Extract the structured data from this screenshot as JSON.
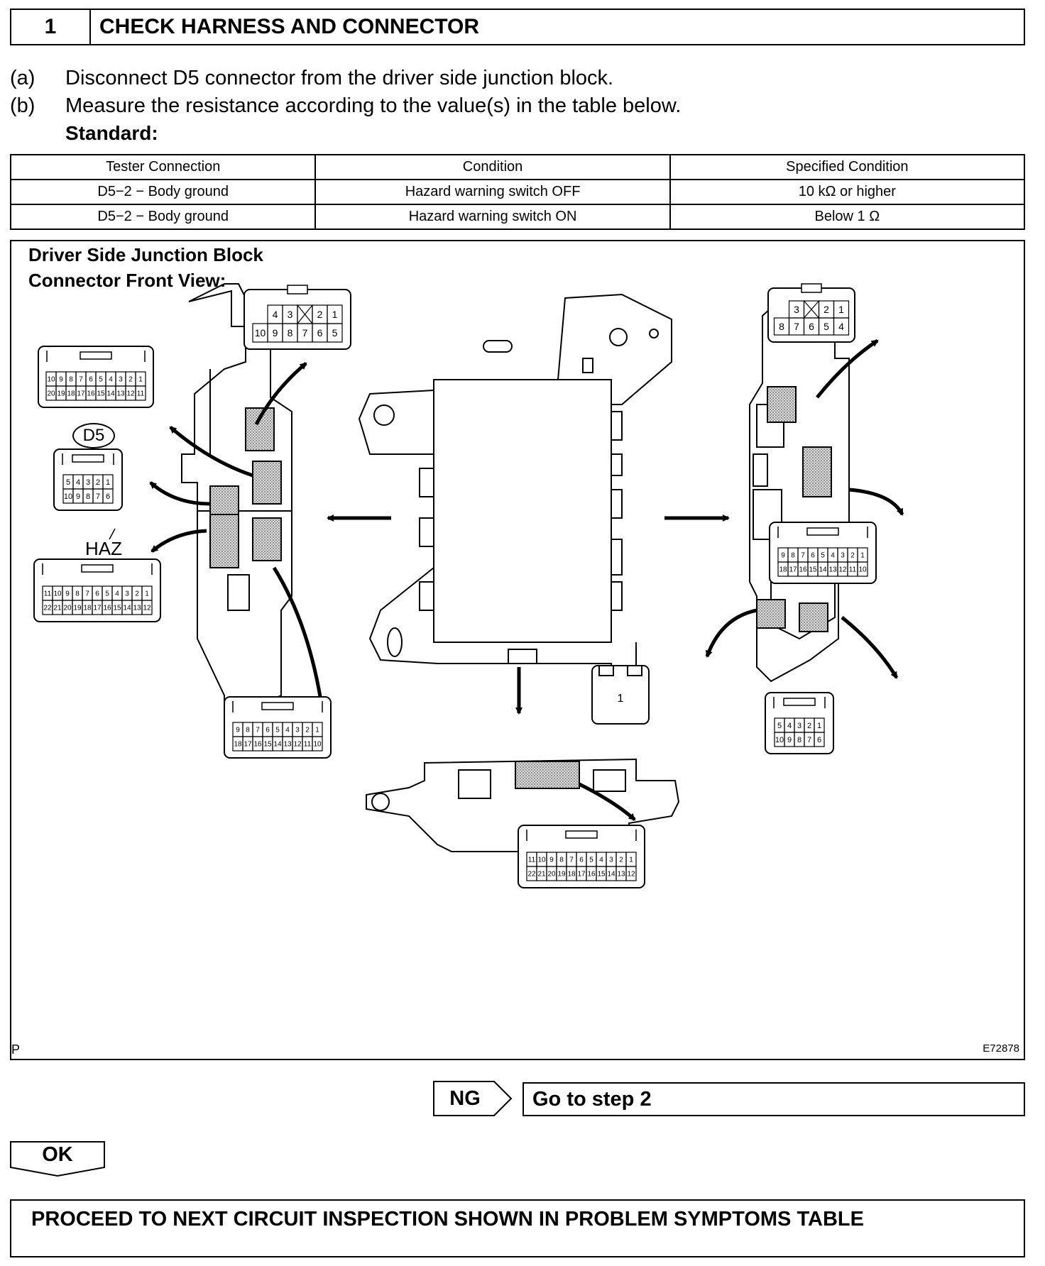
{
  "step": {
    "number": "1",
    "title": "CHECK HARNESS AND CONNECTOR"
  },
  "instructions": [
    {
      "label": "(a)",
      "text": "Disconnect D5 connector from the driver side junction block."
    },
    {
      "label": "(b)",
      "text": "Measure the resistance according to the value(s) in the table below."
    }
  ],
  "standard_label": "Standard:",
  "table": {
    "headers": [
      "Tester Connection",
      "Condition",
      "Specified Condition"
    ],
    "rows": [
      [
        "D5−2 − Body ground",
        "Hazard warning switch OFF",
        "10 kΩ or higher"
      ],
      [
        "D5−2 − Body ground",
        "Hazard warning switch ON",
        "Below 1 Ω"
      ]
    ]
  },
  "figure": {
    "title_line1": "Driver Side Junction Block",
    "title_line2": "Connector Front View:",
    "connector_id": "D5",
    "haz_label": "HAZ",
    "corner_mark": "P",
    "figure_id": "E72878",
    "connectors": {
      "top_center": {
        "top": [
          "4",
          "3",
          "",
          "2",
          "1"
        ],
        "bottom": [
          "10",
          "9",
          "8",
          "7",
          "6",
          "5"
        ]
      },
      "left_20": {
        "top": [
          "10",
          "9",
          "8",
          "7",
          "6",
          "5",
          "4",
          "3",
          "2",
          "1"
        ],
        "bottom": [
          "20",
          "19",
          "18",
          "17",
          "16",
          "15",
          "14",
          "13",
          "12",
          "11"
        ]
      },
      "d5": {
        "top": [
          "5",
          "4",
          "3",
          "2",
          "1"
        ],
        "bottom": [
          "10",
          "9",
          "8",
          "7",
          "6"
        ]
      },
      "left_22": {
        "top": [
          "11",
          "10",
          "9",
          "8",
          "7",
          "6",
          "5",
          "4",
          "3",
          "2",
          "1"
        ],
        "bottom": [
          "22",
          "21",
          "20",
          "19",
          "18",
          "17",
          "16",
          "15",
          "14",
          "13",
          "12"
        ]
      },
      "bottom_18": {
        "top": [
          "9",
          "8",
          "7",
          "6",
          "5",
          "4",
          "3",
          "2",
          "1"
        ],
        "bottom": [
          "18",
          "17",
          "16",
          "15",
          "14",
          "13",
          "12",
          "11",
          "10"
        ]
      },
      "bottom_22": {
        "top": [
          "11",
          "10",
          "9",
          "8",
          "7",
          "6",
          "5",
          "4",
          "3",
          "2",
          "1"
        ],
        "bottom": [
          "22",
          "21",
          "20",
          "19",
          "18",
          "17",
          "16",
          "15",
          "14",
          "13",
          "12"
        ]
      },
      "right_top": {
        "top": [
          "3",
          "",
          "2",
          "1"
        ],
        "bottom": [
          "8",
          "7",
          "6",
          "5",
          "4"
        ]
      },
      "right_18": {
        "top": [
          "9",
          "8",
          "7",
          "6",
          "5",
          "4",
          "3",
          "2",
          "1"
        ],
        "bottom": [
          "18",
          "17",
          "16",
          "15",
          "14",
          "13",
          "12",
          "11",
          "10"
        ]
      },
      "single": {
        "top": [
          "1"
        ]
      },
      "right_10": {
        "top": [
          "5",
          "4",
          "3",
          "2",
          "1"
        ],
        "bottom": [
          "10",
          "9",
          "8",
          "7",
          "6"
        ]
      }
    }
  },
  "ng_label": "NG",
  "ng_target": "Go to step 2",
  "ok_label": "OK",
  "final": "PROCEED TO NEXT CIRCUIT INSPECTION SHOWN IN PROBLEM SYMPTOMS TABLE"
}
